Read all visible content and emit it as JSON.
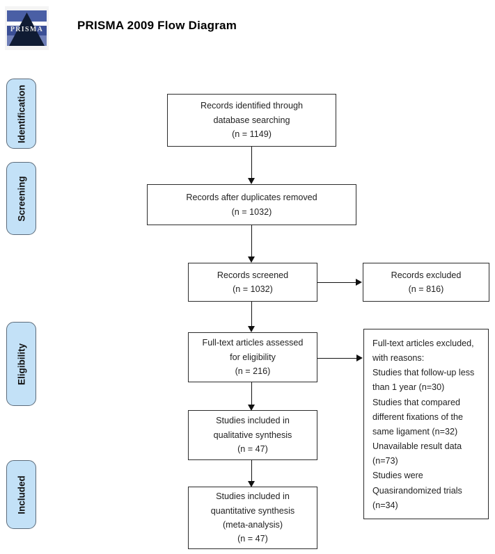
{
  "header": {
    "title": "PRISMA 2009 Flow Diagram",
    "logo_text": "PRISMA",
    "logo_name": "prisma-logo"
  },
  "phases": [
    {
      "label": "Identification"
    },
    {
      "label": "Screening"
    },
    {
      "label": "Eligibility"
    },
    {
      "label": "Included"
    }
  ],
  "boxes": {
    "identified": "Records identified through\ndatabase searching\n(n = 1149)",
    "duplicates_removed": "Records after duplicates removed\n(n = 1032)",
    "screened": "Records screened\n(n = 1032)",
    "records_excluded": "Records excluded\n(n = 816)",
    "fulltext_assessed": "Full-text articles assessed\nfor eligibility\n(n = 216)",
    "fulltext_excluded": "Full-text articles excluded,\nwith reasons:\nStudies that follow-up less\nthan 1 year (n=30)\nStudies that compared\ndifferent fixations of the\nsame ligament (n=32)\nUnavailable result data\n(n=73)\nStudies were\nQuasirandomized trials\n(n=34)",
    "qualitative": "Studies included in\nqualitative synthesis\n(n = 47)",
    "quantitative": "Studies included in\nquantitative synthesis\n(meta-analysis)\n(n = 47)"
  },
  "colors": {
    "phase_fill": "#c3e1f7",
    "phase_border": "#5c6b7a",
    "box_border": "#2b2b2b",
    "connector": "#111111",
    "text": "#222222"
  },
  "chart_data": {
    "type": "diagram",
    "title": "PRISMA 2009 Flow Diagram",
    "nodes": [
      {
        "id": "identified",
        "phase": "Identification",
        "label": "Records identified through database searching",
        "n": 1149
      },
      {
        "id": "duplicates_removed",
        "phase": "Screening",
        "label": "Records after duplicates removed",
        "n": 1032
      },
      {
        "id": "screened",
        "phase": "Screening",
        "label": "Records screened",
        "n": 1032
      },
      {
        "id": "records_excluded",
        "phase": "Screening",
        "label": "Records excluded",
        "n": 816
      },
      {
        "id": "fulltext_assessed",
        "phase": "Eligibility",
        "label": "Full-text articles assessed for eligibility",
        "n": 216
      },
      {
        "id": "fulltext_excluded",
        "phase": "Eligibility",
        "label": "Full-text articles excluded, with reasons",
        "reasons": [
          {
            "reason": "Studies that follow-up less than 1 year",
            "n": 30
          },
          {
            "reason": "Studies that compared different fixations of the same ligament",
            "n": 32
          },
          {
            "reason": "Unavailable result data",
            "n": 73
          },
          {
            "reason": "Studies were Quasirandomized trials",
            "n": 34
          }
        ]
      },
      {
        "id": "qualitative",
        "phase": "Included",
        "label": "Studies included in qualitative synthesis",
        "n": 47
      },
      {
        "id": "quantitative",
        "phase": "Included",
        "label": "Studies included in quantitative synthesis (meta-analysis)",
        "n": 47
      }
    ],
    "edges": [
      {
        "from": "identified",
        "to": "duplicates_removed",
        "direction": "down"
      },
      {
        "from": "duplicates_removed",
        "to": "screened",
        "direction": "down"
      },
      {
        "from": "screened",
        "to": "records_excluded",
        "direction": "right"
      },
      {
        "from": "screened",
        "to": "fulltext_assessed",
        "direction": "down"
      },
      {
        "from": "fulltext_assessed",
        "to": "fulltext_excluded",
        "direction": "right"
      },
      {
        "from": "fulltext_assessed",
        "to": "qualitative",
        "direction": "down"
      },
      {
        "from": "qualitative",
        "to": "quantitative",
        "direction": "down"
      }
    ]
  }
}
